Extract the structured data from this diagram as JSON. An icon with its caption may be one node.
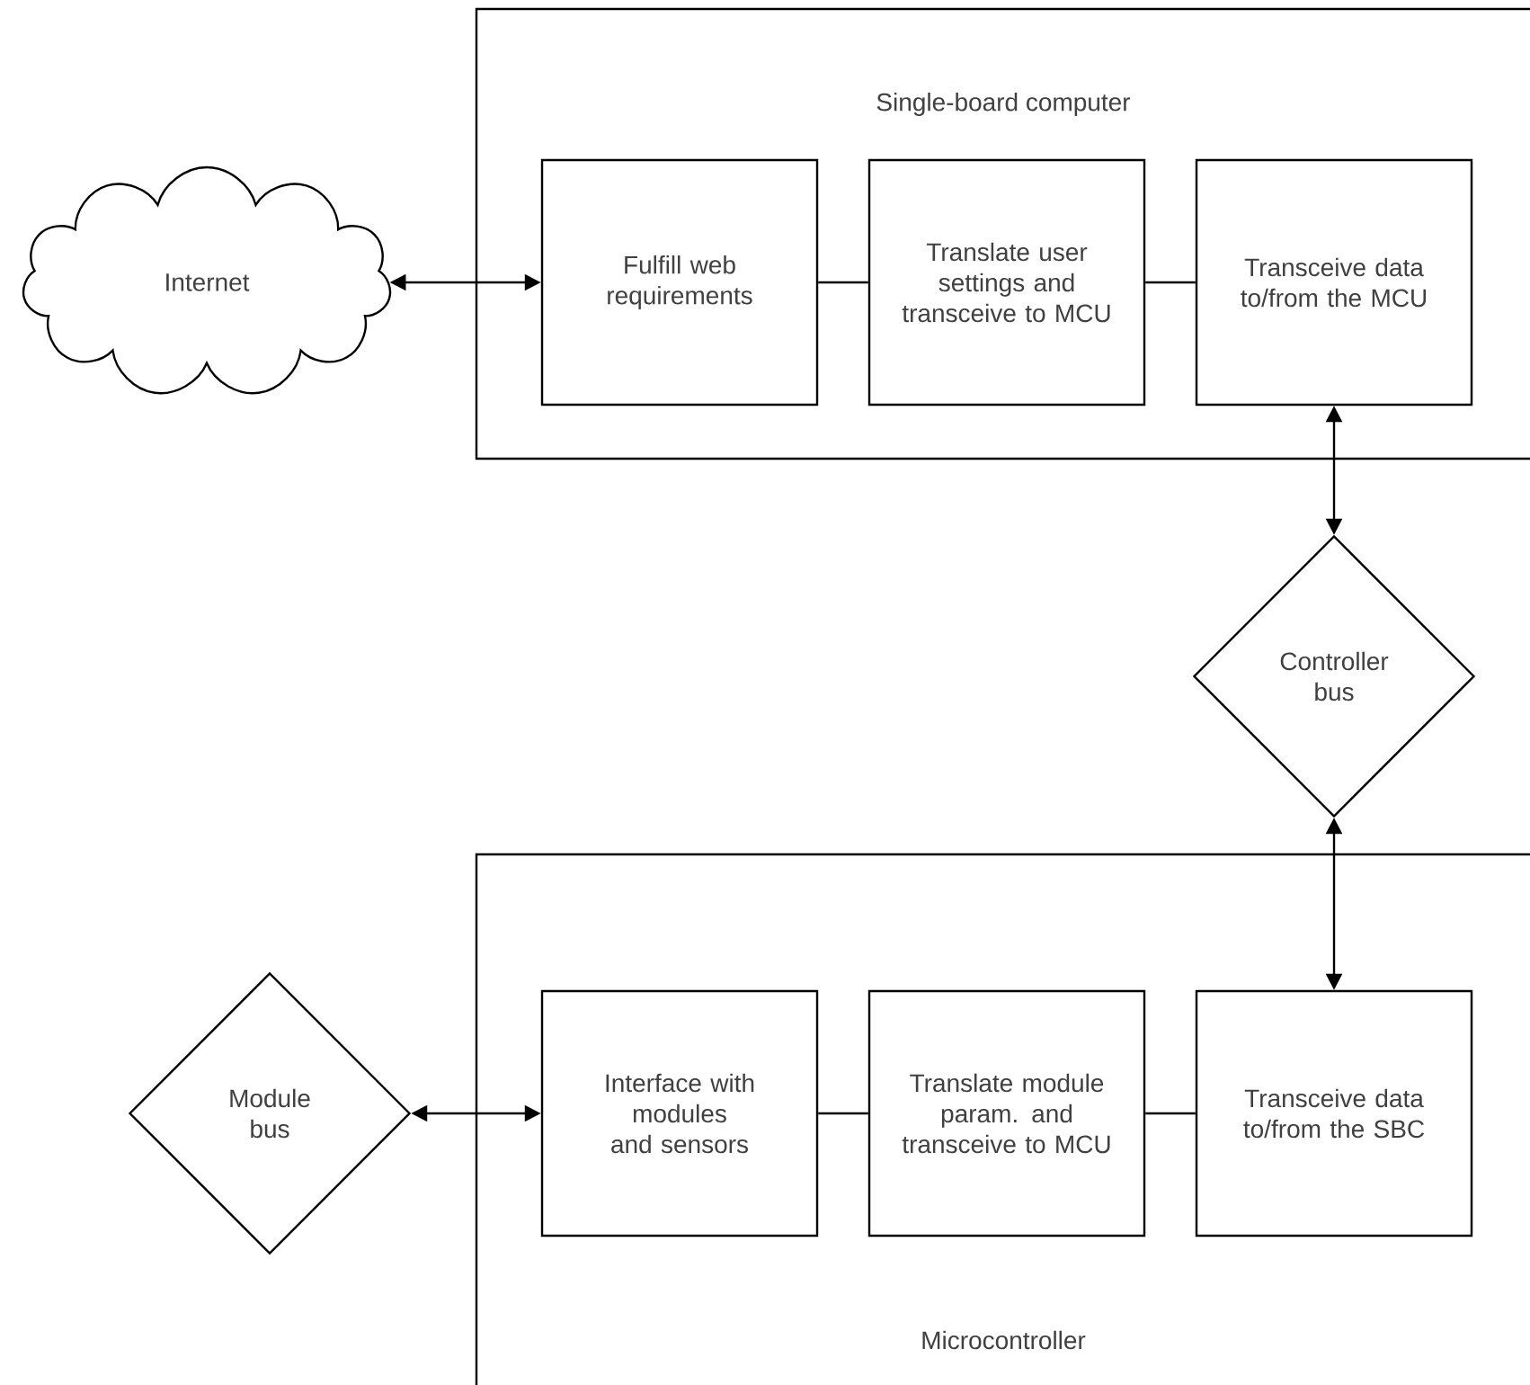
{
  "diagram": {
    "nodes": [
      {
        "text": [
          "Internet"
        ]
      },
      {
        "text": [
          "Single-board computer"
        ]
      },
      {
        "text": [
          "Fulfill web requirements"
        ],
        "in": 1
      },
      {
        "text": [
          "Translate user settings and transceive to MCU"
        ],
        "in": 1
      },
      {
        "text": [
          "Transceive data to/from the MCU"
        ],
        "in": 1
      },
      {
        "text": [
          "Controller bus"
        ]
      },
      {
        "text": [
          "Module bus"
        ]
      },
      {
        "text": [
          "Microcontroller"
        ]
      },
      {
        "text": [
          "Interface with modules and sensors"
        ],
        "in": 7
      },
      {
        "text": [
          "Translate module param. and transceive to MCU"
        ],
        "in": 7
      },
      {
        "text": [
          "Transceive data to/from the SBC"
        ],
        "in": 7
      }
    ],
    "edges": [
      {
        "from": 0,
        "to": 2,
        "arrow": "both"
      },
      {
        "from": 2,
        "to": 3,
        "arrow": "none"
      },
      {
        "from": 3,
        "to": 4,
        "arrow": "none"
      },
      {
        "from": 4,
        "to": 5,
        "arrow": "both"
      },
      {
        "from": 5,
        "to": 10,
        "arrow": "both"
      },
      {
        "from": 6,
        "to": 8,
        "arrow": "both"
      },
      {
        "from": 8,
        "to": 9,
        "arrow": "none"
      },
      {
        "from": 9,
        "to": 10,
        "arrow": "none"
      }
    ]
  }
}
